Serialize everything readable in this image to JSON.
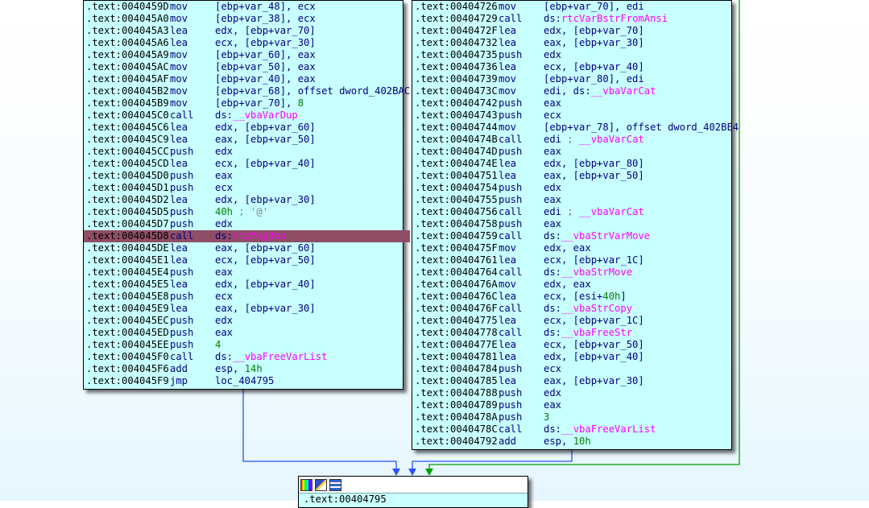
{
  "blocks": {
    "left": {
      "lines": [
        {
          "addr": ".text:0040459D",
          "mn": "mov",
          "op": [
            {
              "t": "[ebp+var_48], ecx"
            }
          ]
        },
        {
          "addr": ".text:004045A0",
          "mn": "mov",
          "op": [
            {
              "t": "[ebp+var_38], ecx"
            }
          ]
        },
        {
          "addr": ".text:004045A3",
          "mn": "lea",
          "op": [
            {
              "t": "edx, [ebp+var_70]"
            }
          ]
        },
        {
          "addr": ".text:004045A6",
          "mn": "lea",
          "op": [
            {
              "t": "ecx, [ebp+var_30]"
            }
          ]
        },
        {
          "addr": ".text:004045A9",
          "mn": "mov",
          "op": [
            {
              "t": "[ebp+var_60], eax"
            }
          ]
        },
        {
          "addr": ".text:004045AC",
          "mn": "mov",
          "op": [
            {
              "t": "[ebp+var_50], eax"
            }
          ]
        },
        {
          "addr": ".text:004045AF",
          "mn": "mov",
          "op": [
            {
              "t": "[ebp+var_40], eax"
            }
          ]
        },
        {
          "addr": ".text:004045B2",
          "mn": "mov",
          "op": [
            {
              "t": "[ebp+var_68], offset dword_402BAC"
            }
          ]
        },
        {
          "addr": ".text:004045B9",
          "mn": "mov",
          "op": [
            {
              "t": "[ebp+var_70], "
            },
            {
              "t": "8",
              "c": "num"
            }
          ]
        },
        {
          "addr": ".text:004045C0",
          "mn": "call",
          "op": [
            {
              "t": "ds:"
            },
            {
              "t": "__vbaVarDup",
              "c": "fn"
            }
          ]
        },
        {
          "addr": ".text:004045C6",
          "mn": "lea",
          "op": [
            {
              "t": "edx, [ebp+var_60]"
            }
          ]
        },
        {
          "addr": ".text:004045C9",
          "mn": "lea",
          "op": [
            {
              "t": "eax, [ebp+var_50]"
            }
          ]
        },
        {
          "addr": ".text:004045CC",
          "mn": "push",
          "op": [
            {
              "t": "edx"
            }
          ]
        },
        {
          "addr": ".text:004045CD",
          "mn": "lea",
          "op": [
            {
              "t": "ecx, [ebp+var_40]"
            }
          ]
        },
        {
          "addr": ".text:004045D0",
          "mn": "push",
          "op": [
            {
              "t": "eax"
            }
          ]
        },
        {
          "addr": ".text:004045D1",
          "mn": "push",
          "op": [
            {
              "t": "ecx"
            }
          ]
        },
        {
          "addr": ".text:004045D2",
          "mn": "lea",
          "op": [
            {
              "t": "edx, [ebp+var_30]"
            }
          ]
        },
        {
          "addr": ".text:004045D5",
          "mn": "push",
          "op": [
            {
              "t": "40h",
              "c": "num"
            },
            {
              "t": " ; '@'",
              "c": "cmt"
            }
          ]
        },
        {
          "addr": ".text:004045D7",
          "mn": "push",
          "op": [
            {
              "t": "edx"
            }
          ]
        },
        {
          "addr": ".text:004045D8",
          "mn": "call",
          "op": [
            {
              "t": "ds:"
            },
            {
              "t": "rtcMsgBox",
              "c": "fn"
            }
          ],
          "selected": true
        },
        {
          "addr": ".text:004045DE",
          "mn": "lea",
          "op": [
            {
              "t": "eax, [ebp+var_60]"
            }
          ]
        },
        {
          "addr": ".text:004045E1",
          "mn": "lea",
          "op": [
            {
              "t": "ecx, [ebp+var_50]"
            }
          ]
        },
        {
          "addr": ".text:004045E4",
          "mn": "push",
          "op": [
            {
              "t": "eax"
            }
          ]
        },
        {
          "addr": ".text:004045E5",
          "mn": "lea",
          "op": [
            {
              "t": "edx, [ebp+var_40]"
            }
          ]
        },
        {
          "addr": ".text:004045E8",
          "mn": "push",
          "op": [
            {
              "t": "ecx"
            }
          ]
        },
        {
          "addr": ".text:004045E9",
          "mn": "lea",
          "op": [
            {
              "t": "eax, [ebp+var_30]"
            }
          ]
        },
        {
          "addr": ".text:004045EC",
          "mn": "push",
          "op": [
            {
              "t": "edx"
            }
          ]
        },
        {
          "addr": ".text:004045ED",
          "mn": "push",
          "op": [
            {
              "t": "eax"
            }
          ]
        },
        {
          "addr": ".text:004045EE",
          "mn": "push",
          "op": [
            {
              "t": "4",
              "c": "num"
            }
          ]
        },
        {
          "addr": ".text:004045F0",
          "mn": "call",
          "op": [
            {
              "t": "ds:"
            },
            {
              "t": "__vbaFreeVarList",
              "c": "fn"
            }
          ]
        },
        {
          "addr": ".text:004045F6",
          "mn": "add",
          "op": [
            {
              "t": "esp, "
            },
            {
              "t": "14h",
              "c": "num"
            }
          ]
        },
        {
          "addr": ".text:004045F9",
          "mn": "jmp",
          "op": [
            {
              "t": "loc_404795"
            }
          ]
        }
      ]
    },
    "right": {
      "lines": [
        {
          "addr": ".text:00404726",
          "mn": "mov",
          "op": [
            {
              "t": "[ebp+var_70], edi"
            }
          ]
        },
        {
          "addr": ".text:00404729",
          "mn": "call",
          "op": [
            {
              "t": "ds:"
            },
            {
              "t": "rtcVarBstrFromAnsi",
              "c": "fn"
            }
          ]
        },
        {
          "addr": ".text:0040472F",
          "mn": "lea",
          "op": [
            {
              "t": "edx, [ebp+var_70]"
            }
          ]
        },
        {
          "addr": ".text:00404732",
          "mn": "lea",
          "op": [
            {
              "t": "eax, [ebp+var_30]"
            }
          ]
        },
        {
          "addr": ".text:00404735",
          "mn": "push",
          "op": [
            {
              "t": "edx"
            }
          ]
        },
        {
          "addr": ".text:00404736",
          "mn": "lea",
          "op": [
            {
              "t": "ecx, [ebp+var_40]"
            }
          ]
        },
        {
          "addr": ".text:00404739",
          "mn": "mov",
          "op": [
            {
              "t": "[ebp+var_80], edi"
            }
          ]
        },
        {
          "addr": ".text:0040473C",
          "mn": "mov",
          "op": [
            {
              "t": "edi, ds:"
            },
            {
              "t": "__vbaVarCat",
              "c": "fn"
            }
          ]
        },
        {
          "addr": ".text:00404742",
          "mn": "push",
          "op": [
            {
              "t": "eax"
            }
          ]
        },
        {
          "addr": ".text:00404743",
          "mn": "push",
          "op": [
            {
              "t": "ecx"
            }
          ]
        },
        {
          "addr": ".text:00404744",
          "mn": "mov",
          "op": [
            {
              "t": "[ebp+var_78], offset dword_402BE4"
            }
          ]
        },
        {
          "addr": ".text:0040474B",
          "mn": "call",
          "op": [
            {
              "t": "edi"
            },
            {
              "t": " ; ",
              "c": "cmt"
            },
            {
              "t": "__vbaVarCat",
              "c": "fn"
            }
          ]
        },
        {
          "addr": ".text:0040474D",
          "mn": "push",
          "op": [
            {
              "t": "eax"
            }
          ]
        },
        {
          "addr": ".text:0040474E",
          "mn": "lea",
          "op": [
            {
              "t": "edx, [ebp+var_80]"
            }
          ]
        },
        {
          "addr": ".text:00404751",
          "mn": "lea",
          "op": [
            {
              "t": "eax, [ebp+var_50]"
            }
          ]
        },
        {
          "addr": ".text:00404754",
          "mn": "push",
          "op": [
            {
              "t": "edx"
            }
          ]
        },
        {
          "addr": ".text:00404755",
          "mn": "push",
          "op": [
            {
              "t": "eax"
            }
          ]
        },
        {
          "addr": ".text:00404756",
          "mn": "call",
          "op": [
            {
              "t": "edi"
            },
            {
              "t": " ; ",
              "c": "cmt"
            },
            {
              "t": "__vbaVarCat",
              "c": "fn"
            }
          ]
        },
        {
          "addr": ".text:00404758",
          "mn": "push",
          "op": [
            {
              "t": "eax"
            }
          ]
        },
        {
          "addr": ".text:00404759",
          "mn": "call",
          "op": [
            {
              "t": "ds:"
            },
            {
              "t": "__vbaStrVarMove",
              "c": "fn"
            }
          ]
        },
        {
          "addr": ".text:0040475F",
          "mn": "mov",
          "op": [
            {
              "t": "edx, eax"
            }
          ]
        },
        {
          "addr": ".text:00404761",
          "mn": "lea",
          "op": [
            {
              "t": "ecx, [ebp+var_1C]"
            }
          ]
        },
        {
          "addr": ".text:00404764",
          "mn": "call",
          "op": [
            {
              "t": "ds:"
            },
            {
              "t": "__vbaStrMove",
              "c": "fn"
            }
          ]
        },
        {
          "addr": ".text:0040476A",
          "mn": "mov",
          "op": [
            {
              "t": "edx, eax"
            }
          ]
        },
        {
          "addr": ".text:0040476C",
          "mn": "lea",
          "op": [
            {
              "t": "ecx, [esi+"
            },
            {
              "t": "40h",
              "c": "num"
            },
            {
              "t": "]"
            }
          ]
        },
        {
          "addr": ".text:0040476F",
          "mn": "call",
          "op": [
            {
              "t": "ds:"
            },
            {
              "t": "__vbaStrCopy",
              "c": "fn"
            }
          ]
        },
        {
          "addr": ".text:00404775",
          "mn": "lea",
          "op": [
            {
              "t": "ecx, [ebp+var_1C]"
            }
          ]
        },
        {
          "addr": ".text:00404778",
          "mn": "call",
          "op": [
            {
              "t": "ds:"
            },
            {
              "t": "__vbaFreeStr",
              "c": "fn"
            }
          ]
        },
        {
          "addr": ".text:0040477E",
          "mn": "lea",
          "op": [
            {
              "t": "ecx, [ebp+var_50]"
            }
          ]
        },
        {
          "addr": ".text:00404781",
          "mn": "lea",
          "op": [
            {
              "t": "edx, [ebp+var_40]"
            }
          ]
        },
        {
          "addr": ".text:00404784",
          "mn": "push",
          "op": [
            {
              "t": "ecx"
            }
          ]
        },
        {
          "addr": ".text:00404785",
          "mn": "lea",
          "op": [
            {
              "t": "eax, [ebp+var_30]"
            }
          ]
        },
        {
          "addr": ".text:00404788",
          "mn": "push",
          "op": [
            {
              "t": "edx"
            }
          ]
        },
        {
          "addr": ".text:00404789",
          "mn": "push",
          "op": [
            {
              "t": "eax"
            }
          ]
        },
        {
          "addr": ".text:0040478A",
          "mn": "push",
          "op": [
            {
              "t": "3",
              "c": "num"
            }
          ]
        },
        {
          "addr": ".text:0040478C",
          "mn": "call",
          "op": [
            {
              "t": "ds:"
            },
            {
              "t": "__vbaFreeVarList",
              "c": "fn"
            }
          ]
        },
        {
          "addr": ".text:00404792",
          "mn": "add",
          "op": [
            {
              "t": "esp, "
            },
            {
              "t": "10h",
              "c": "num"
            }
          ]
        }
      ]
    },
    "bottom": {
      "toolbar_icons": [
        "color-palette-icon",
        "edit-block-icon",
        "graph-overview-icon"
      ],
      "first_line": ".text:00404795"
    }
  },
  "colors": {
    "block_bg": "#c8ffff",
    "selected_row": "#8f4e65",
    "edge_jump": "#2b52ff",
    "edge_true": "#00a000",
    "function_name": "#ff00ff",
    "number": "#008000",
    "comment": "#808080"
  }
}
